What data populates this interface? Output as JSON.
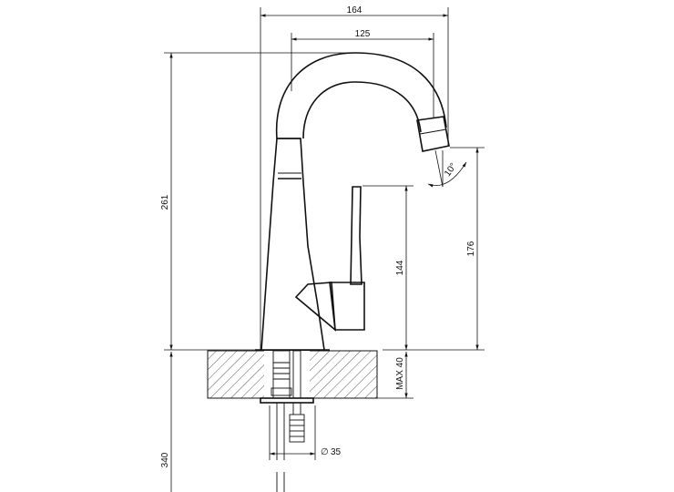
{
  "drawing": {
    "dimensions": {
      "top_width": "164",
      "spout_reach": "125",
      "total_height": "261",
      "spout_height": "176",
      "lever_height": "144",
      "max_thickness": "MAX 40",
      "angle": "10°",
      "hole_diameter": "35",
      "hose_length": "340"
    },
    "symbols": {
      "diameter": "∅"
    },
    "colors": {
      "line": "#111111",
      "hatch": "#333333",
      "background": "#ffffff"
    }
  }
}
